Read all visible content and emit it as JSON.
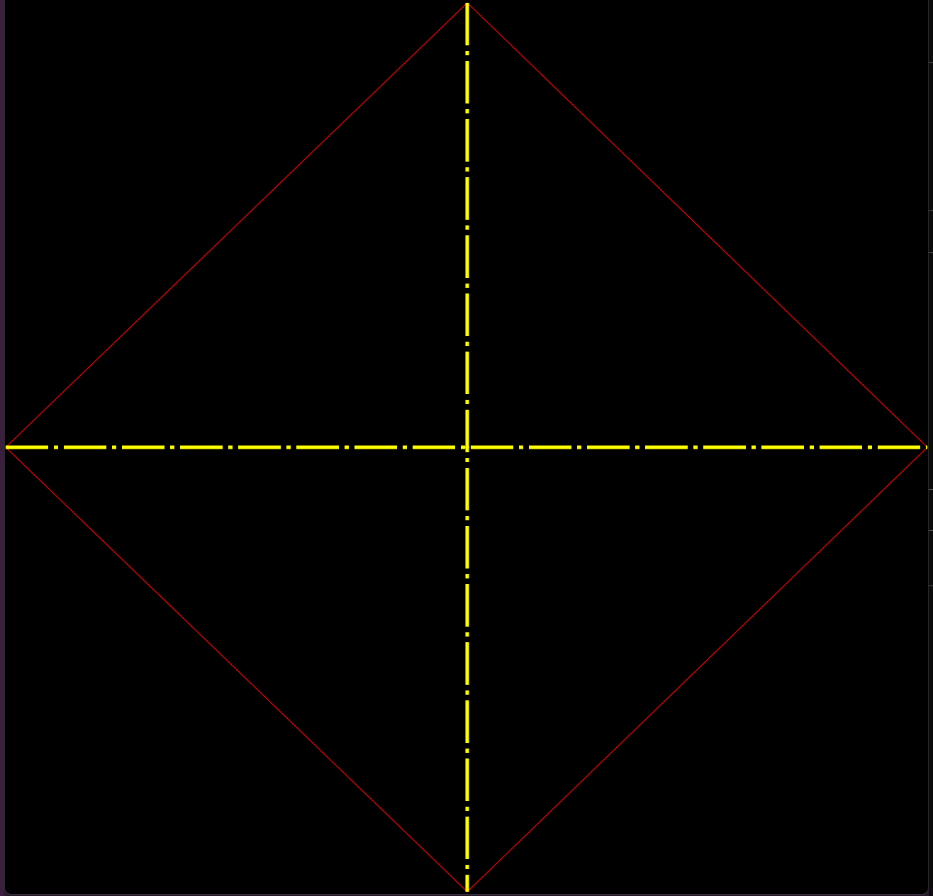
{
  "canvas": {
    "background": "#000000"
  },
  "diagram": {
    "shape": "diamond",
    "outline_color": "#ff0000",
    "axis_color": "#ffff00",
    "axes": [
      "horizontal",
      "vertical"
    ],
    "axis_style": "dash-dot"
  }
}
